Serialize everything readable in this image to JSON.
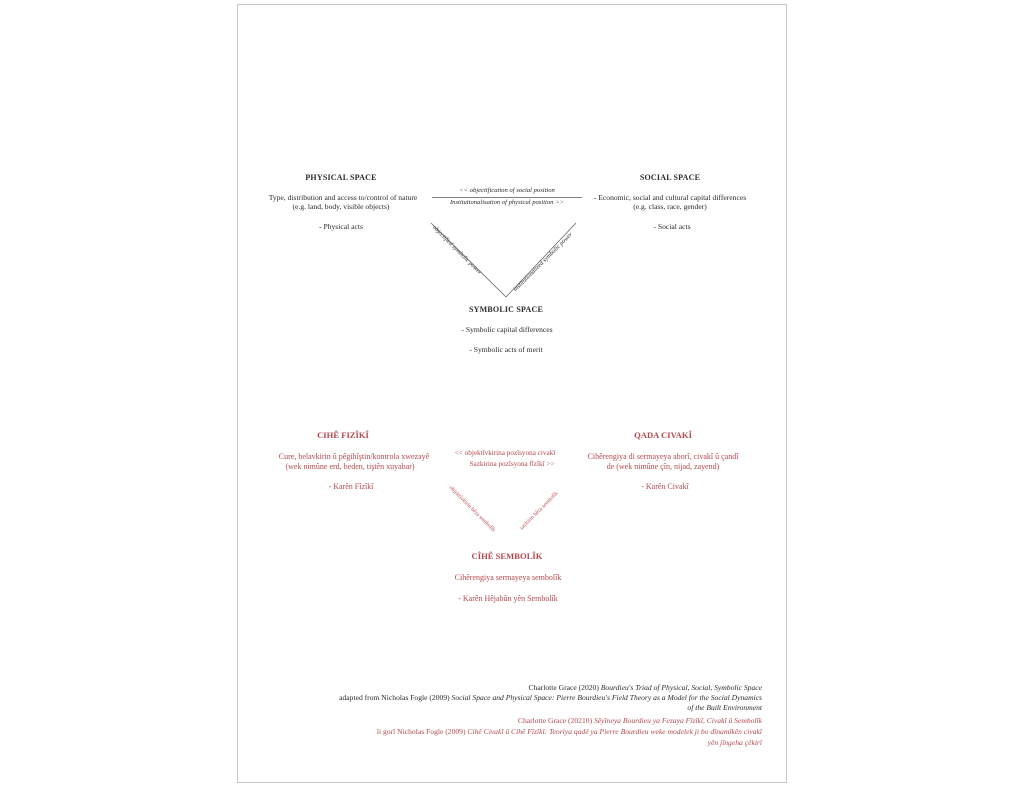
{
  "english": {
    "physical": {
      "title": "PHYSICAL SPACE",
      "line1": "Type, distribution and access to/control of nature",
      "line2": "(e.g. land, body, visible objects)",
      "acts": "- Physical acts"
    },
    "social": {
      "title": "SOCIAL SPACE",
      "line1": "- Economic, social and cultural capital differences",
      "line2": "(e.g. class, race, gender)",
      "acts": "- Social acts"
    },
    "arrow_top": "<< objectification of social position",
    "arrow_bottom": "Institutionalisation of physical position >>",
    "left_diag": "objectified symbolic power",
    "right_diag": "institutionalized symbolic power",
    "symbolic": {
      "title": "SYMBOLIC SPACE",
      "line1": "- Symbolic capital differences",
      "acts": "- Symbolic acts of merit"
    }
  },
  "kurdish": {
    "physical": {
      "title": "CIHÊ FIZÎKÎ",
      "line1": "Cure, belavkirin û pêgihîştin/kontrola xwezayê",
      "line2": "(wek nimûne erd, beden, tiştên xuyabar)",
      "acts": "- Karên Fîzîkî"
    },
    "social": {
      "title": "QADA CIVAKÎ",
      "line1": "Cihêrengiya di sermayeya aborî, civakî û çandî",
      "line2": "de (wek nimûne çîn, nijad, zayend)",
      "acts": "- Karên Civakî"
    },
    "arrow_top": "<< objektîvkirina pozîsyona civakî",
    "arrow_bottom": "Sazkirina pozîsyona fîzîkî >>",
    "left_diag": "objektîvkirin hêza sembolîk",
    "right_diag": "sazkirin hêza sembolîk",
    "symbolic": {
      "title": "CÎHÊ SEMBOLÎK",
      "line1": "Cihêrengiya sermayeya sembolîk",
      "acts": "- Karên Hêjabûn yên Sembolîk"
    }
  },
  "citation_en": {
    "line1_plain": "Charlotte Grace (2020) ",
    "line1_ital": "Bourdieu's Triad of Physical, Social, Symbolic Space",
    "line2_plain": "adapted from Nicholas Fogle (2009) ",
    "line2_ital": "Social Space and Physical Space: Pierre Bourdieu's Field Theory as a Model for the Social Dynamics",
    "line3_ital": "of the Built Environment"
  },
  "citation_ku": {
    "line1_plain": "Charlotte Grace (20210) ",
    "line1_ital": "Sêyîneya Bourdieu ya Fezaya Fîzîkî, Civakî û Sembolîk",
    "line2_plain": "li gorî Nicholas Fogle (2009) ",
    "line2_ital": "Cihê Civakî û Cihê Fîzîkî: Teoriya qadê ya Pierre Bourdieu weke modelek ji bo dînamîkên civakî",
    "line3_ital": "yên jîngeha çêkirî"
  },
  "colors": {
    "text": "#2a2a2a",
    "red": "#b5484e",
    "border": "#c8c8c8"
  }
}
